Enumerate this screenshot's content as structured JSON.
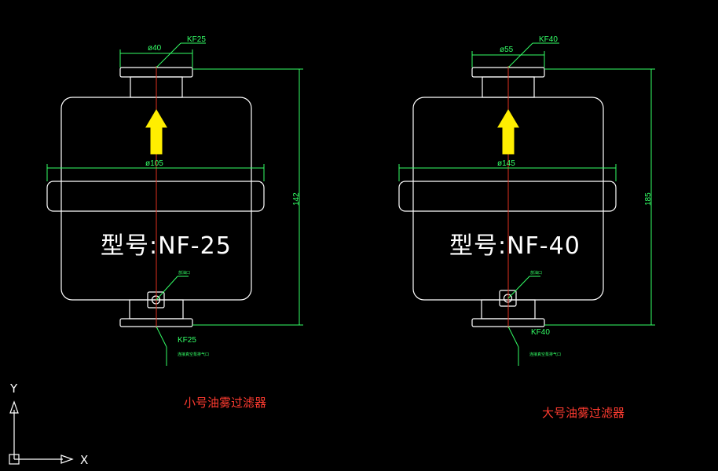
{
  "filters": [
    {
      "id": "small",
      "flange_dim": "ø40",
      "flange_top_label": "KF25",
      "body_dim": "ø105",
      "height_dim": "142",
      "model_label": "型号:NF-25",
      "flange_bottom_label": "KF25",
      "port_note": "放油口",
      "bottom_note": "连接真空泵排气口",
      "caption": "小号油雾过滤器"
    },
    {
      "id": "large",
      "flange_dim": "ø55",
      "flange_top_label": "KF40",
      "body_dim": "ø145",
      "height_dim": "185",
      "model_label": "型号:NF-40",
      "flange_bottom_label": "KF40",
      "port_note": "放油口",
      "bottom_note": "连接真空泵排气口",
      "caption": "大号油雾过滤器"
    }
  ],
  "ucs": {
    "x_label": "X",
    "y_label": "Y"
  },
  "colors": {
    "background": "#000000",
    "outline": "#ffffff",
    "dimension": "#33ff66",
    "centerline": "#e0301e",
    "arrow": "#ffee00",
    "caption": "#ff3b30"
  }
}
